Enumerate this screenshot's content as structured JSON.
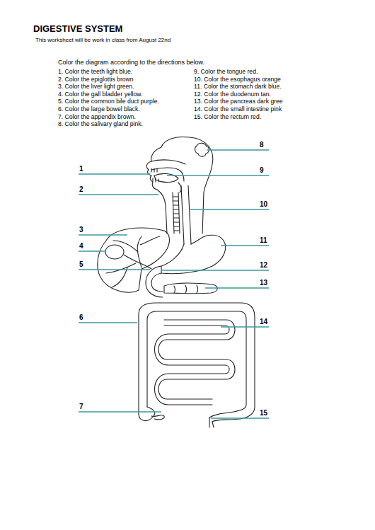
{
  "diagram": {
    "title": "DIGESTIVE SYSTEM",
    "labels": [
      "This worksheet will be work in class from August 22nd",
      "Color the diagram according to the directions below.",
      "1. Color the teeth light blue.",
      "2. Color the epiglottis brown",
      "3. Color the liver light green.",
      "4. Color the gall bladder yellow.",
      "5. Color the common bile duct purple.",
      "6. Color the large bowel black.",
      "7. Color the appendix brown.",
      "8. Color the salivary gland pink.",
      "9. Color the tongue red.",
      "10. Color the esophagus orange",
      "11. Color the stomach dark blue.",
      "12. Color the duodenum tan.",
      "13. Color the pancreas dark gree",
      "14. Color the small intestine pink",
      "15. Color the rectum red.",
      "1",
      "2",
      "3",
      "4",
      "5",
      "6",
      "7",
      "8",
      "9",
      "10",
      "11",
      "12",
      "13",
      "14",
      "15"
    ]
  }
}
